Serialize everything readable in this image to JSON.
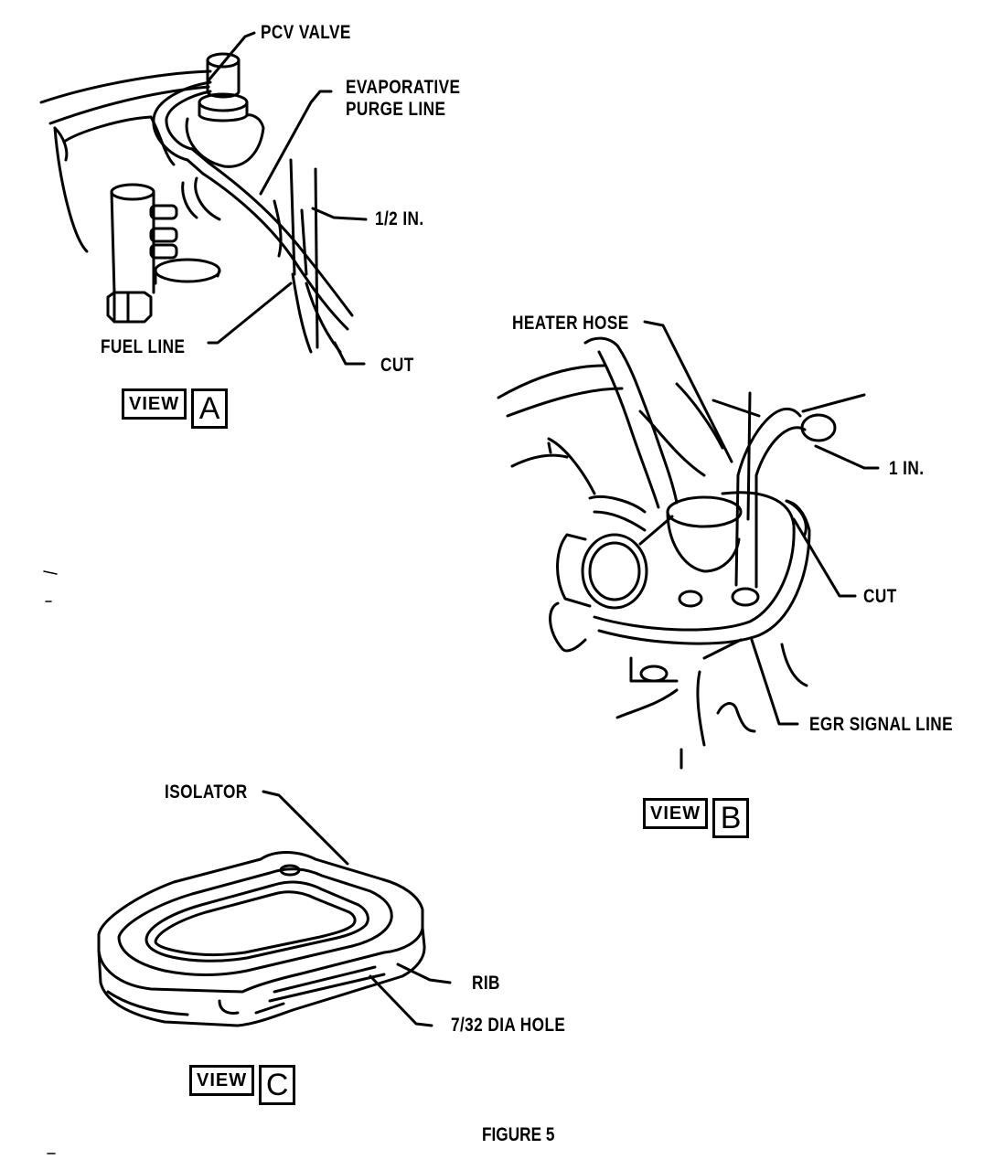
{
  "figure": {
    "caption": "FIGURE 5"
  },
  "views": [
    {
      "name": "view-a",
      "word": "VIEW",
      "letter": "A",
      "callouts": {
        "pcv_valve": "PCV VALVE",
        "evaporative_purge_line": "EVAPORATIVE\nPURGE LINE",
        "half_inch": "1/2 IN.",
        "fuel_line": "FUEL LINE",
        "cut": "CUT"
      }
    },
    {
      "name": "view-b",
      "word": "VIEW",
      "letter": "B",
      "callouts": {
        "heater_hose": "HEATER HOSE",
        "one_inch": "1 IN.",
        "cut": "CUT",
        "egr_signal_line": "EGR SIGNAL LINE"
      }
    },
    {
      "name": "view-c",
      "word": "VIEW",
      "letter": "C",
      "callouts": {
        "isolator": "ISOLATOR",
        "rib": "RIB",
        "hole": "7/32 DIA HOLE"
      }
    }
  ]
}
